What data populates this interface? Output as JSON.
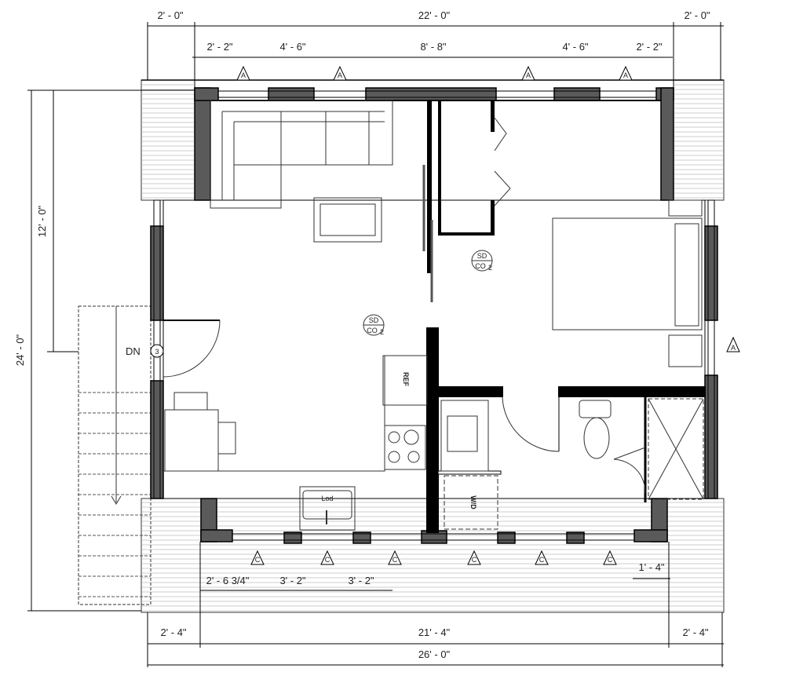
{
  "drawing": {
    "dimensions_top": {
      "overall": [
        "2' - 0\"",
        "22' - 0\"",
        "2' - 0\""
      ],
      "windows": [
        "2' - 2\"",
        "4' - 6\"",
        "8' - 8\"",
        "4' - 6\"",
        "2' - 2\""
      ]
    },
    "dimensions_bottom": {
      "windows": [
        "2' - 6 3/4\"",
        "3' - 2\"",
        "3' - 2\""
      ],
      "door_offset": "1' - 4\"",
      "segments": [
        "2' - 4\"",
        "21' - 4\"",
        "2' - 4\""
      ],
      "overall": "26' - 0\""
    },
    "dimensions_left": {
      "overall": "24' - 0\"",
      "partial": "12' - 0\""
    },
    "window_tag_top": "A",
    "window_tag_right": "A",
    "window_tag_bottom": "C",
    "stair_label": "DN",
    "stair_tag": "3",
    "smoke_detector": {
      "line1": "SD",
      "line2": "CO",
      "sub": "2"
    },
    "fixtures": {
      "refrigerator": "REF",
      "washer_dryer": "W/D",
      "sink_label": "Lod"
    },
    "colors": {
      "wall": "#5a5a5a",
      "line": "#000000",
      "deck": "#cccccc"
    }
  }
}
